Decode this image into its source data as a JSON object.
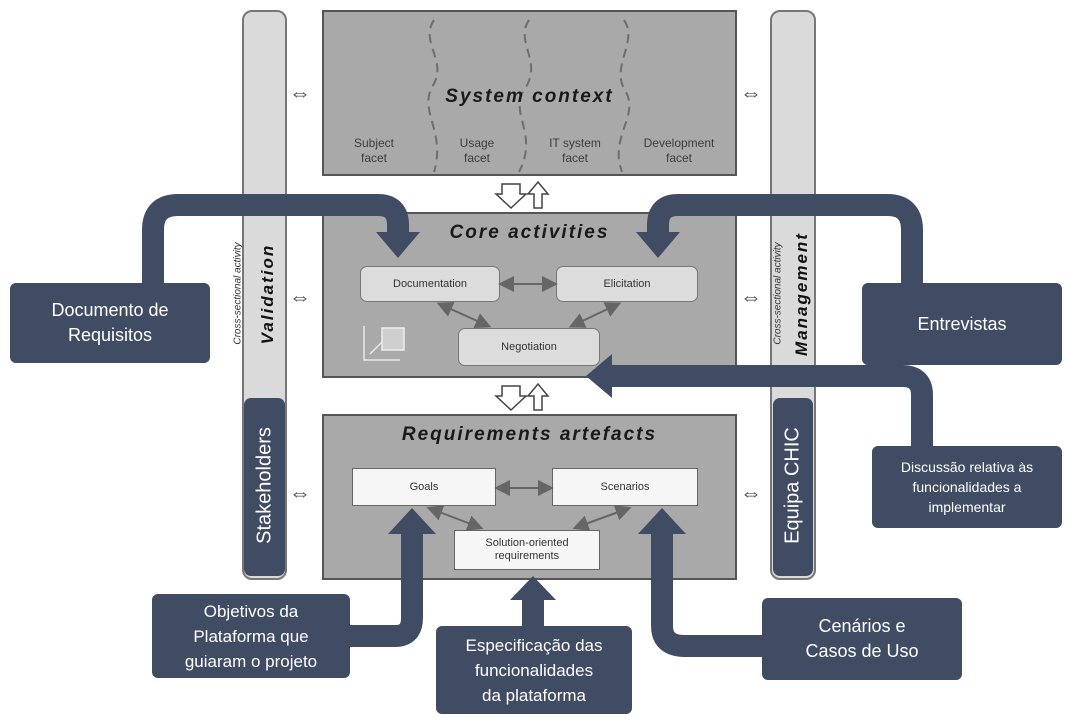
{
  "system_context": {
    "title": "System context",
    "facets": [
      "Subject\nfacet",
      "Usage\nfacet",
      "IT system\nfacet",
      "Development\nfacet"
    ]
  },
  "core_activities": {
    "title": "Core activities",
    "documentation": "Documentation",
    "elicitation": "Elicitation",
    "negotiation": "Negotiation"
  },
  "requirements_artefacts": {
    "title": "Requirements artefacts",
    "goals": "Goals",
    "scenarios": "Scenarios",
    "solution": "Solution-oriented\nrequirements"
  },
  "left_pillar": {
    "subtitle": "Cross-sectional activity",
    "title": "Validation",
    "stakeholders": "Stakeholders"
  },
  "right_pillar": {
    "subtitle": "Cross-sectional activity",
    "title": "Management",
    "team": "Equipa CHIC"
  },
  "callouts": {
    "documento": "Documento de\nRequisitos",
    "entrevistas": "Entrevistas",
    "discussao": "Discussão relativa às\nfuncionalidades a\nimplementar",
    "objetivos": "Objetivos da\nPlataforma que\nguiaram o projeto",
    "especificacao": "Especificação das\nfuncionalidades\nda plataforma",
    "cenarios": "Cenários e\nCasos de Uso"
  },
  "colors": {
    "navy": "#3f4c63",
    "box_grey": "#a9a9a9",
    "pillar_grey": "#dadada"
  }
}
